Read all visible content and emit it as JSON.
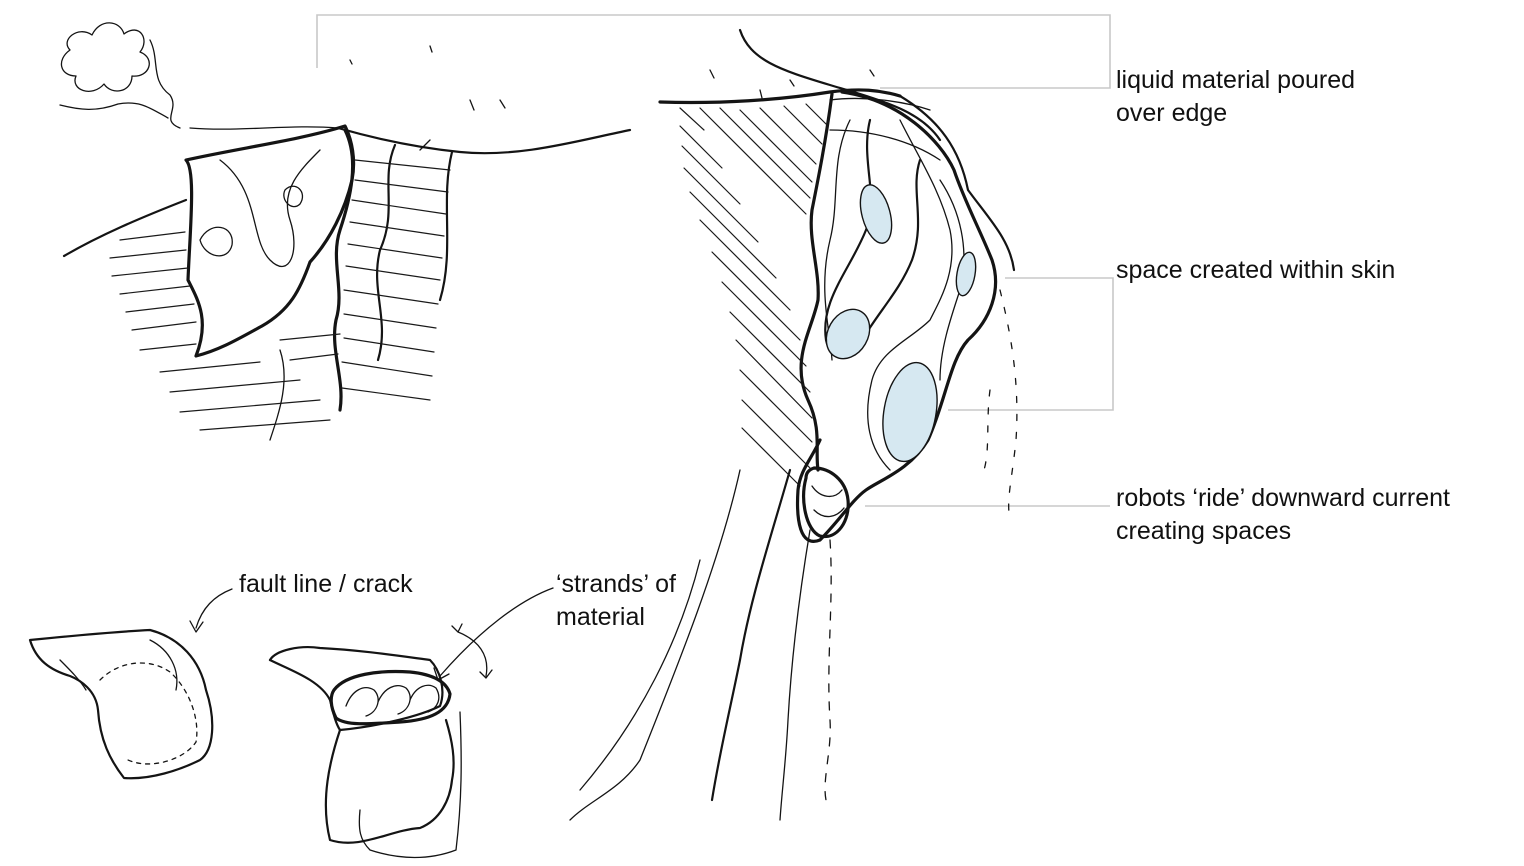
{
  "annotations": {
    "poured": {
      "lines": [
        "liquid material poured",
        "over edge"
      ]
    },
    "space": {
      "lines": [
        "space created within skin"
      ]
    },
    "robots": {
      "lines": [
        "robots ‘ride’ downward current",
        "creating spaces"
      ]
    },
    "fault": {
      "lines": [
        "fault line / crack"
      ]
    },
    "strands": {
      "lines": [
        "‘strands’ of",
        "material"
      ]
    }
  },
  "colors": {
    "ink": "#141414",
    "void_fill": "#d6e8f1",
    "leader": "#c8c8c8"
  }
}
